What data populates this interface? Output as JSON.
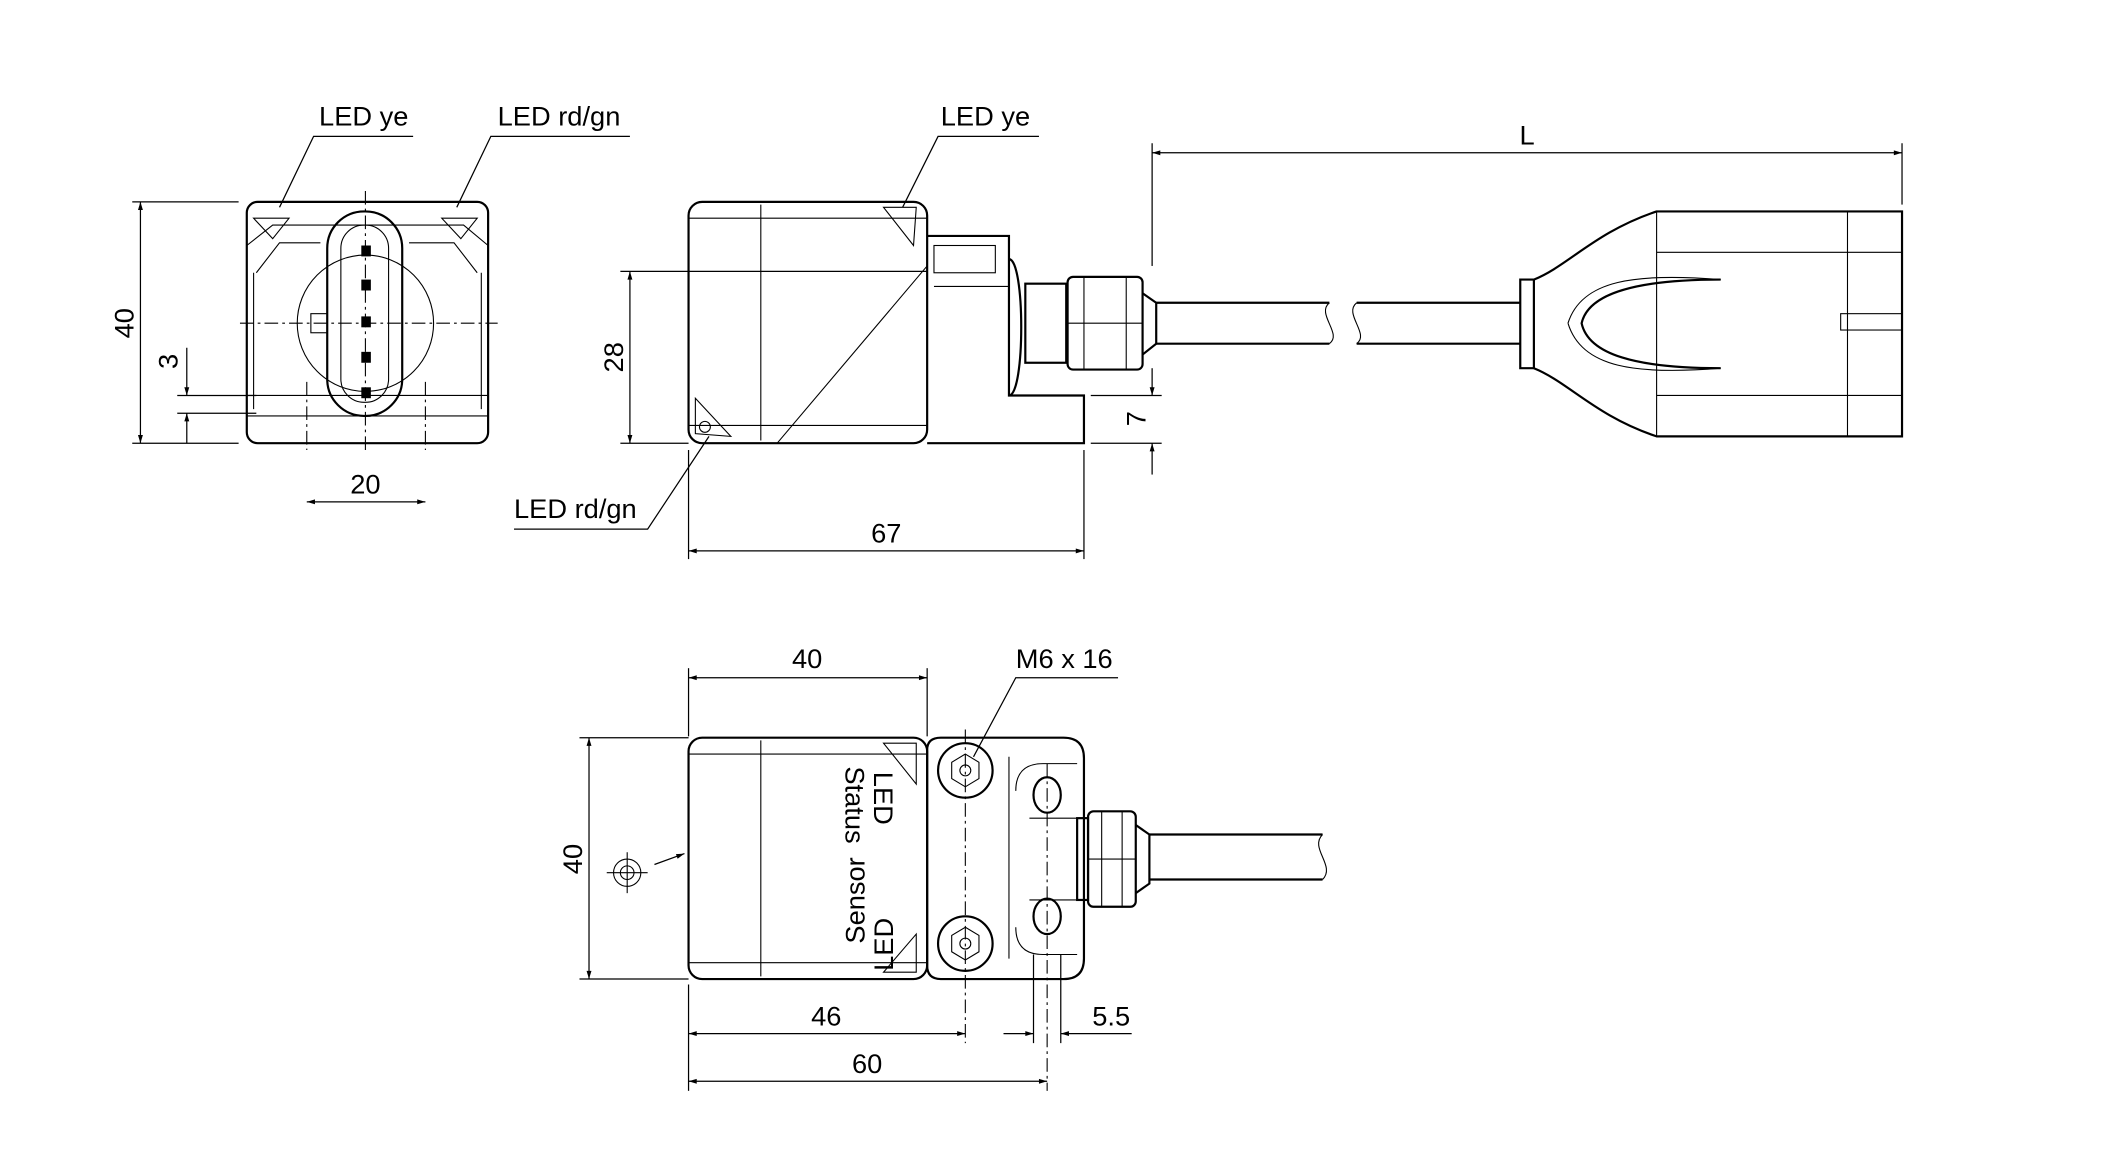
{
  "labels": {
    "front_led_ye": "LED ye",
    "front_led_rdgn": "LED rd/gn",
    "side_led_ye": "LED ye",
    "side_led_rdgn": "LED rd/gn",
    "status_led_line1": "Status",
    "status_led_line2": "LED",
    "sensor_led_line1": "Sensor",
    "sensor_led_line2": "LED",
    "screw": "M6 x 16"
  },
  "dimensions": {
    "front_height": "40",
    "front_offset": "3",
    "front_pin_spacing": "20",
    "side_height": "28",
    "side_length": "67",
    "bracket_height": "7",
    "cable_length": "L",
    "top_width": "40",
    "top_height": "40",
    "hole_distance": "46",
    "total_length": "60",
    "hole_diameter": "5.5"
  }
}
